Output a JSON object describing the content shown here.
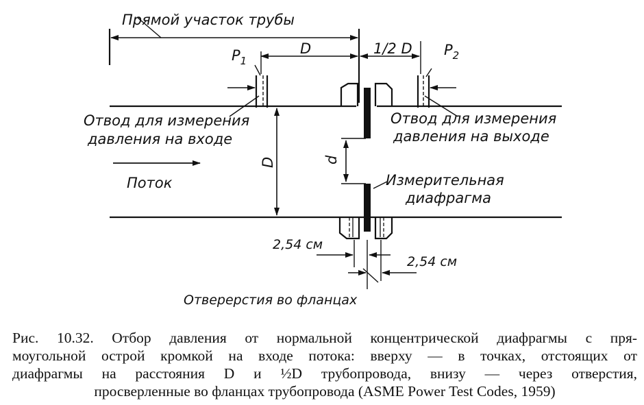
{
  "labels": {
    "straight_section": "Прямой участок трубы",
    "p1": "P",
    "p1_sub": "1",
    "p2": "P",
    "p2_sub": "2",
    "dim_d_upstream": "D",
    "dim_half_d": "1/2 D",
    "inlet_tap_line1": "Отвод для измерения",
    "inlet_tap_line2": "давления на входе",
    "outlet_tap_line1": "Отвод для измерения",
    "outlet_tap_line2": "давления на выходе",
    "dim_pipe_d": "D",
    "dim_orifice_d": "d",
    "flow": "Поток",
    "orifice_line1": "Измерительная",
    "orifice_line2": "диафрагма",
    "dim_254_left": "2,54 см",
    "dim_254_right": "2,54 см",
    "flange_holes": "Отверерстия во фланцах"
  },
  "caption": {
    "line1": "Рис. 10.32. Отбор давления от нормальной концентрической диафрагмы с пря-",
    "line2": "моугольной острой кромкой на входе потока: вверху — в точках, отстоящих от",
    "line3": "диафрагмы на расстояния D и ½D трубопровода, внизу — через отверстия,",
    "line4": "просверленные во фланцах трубопровода (ASME Power Test Codes, 1959)"
  }
}
